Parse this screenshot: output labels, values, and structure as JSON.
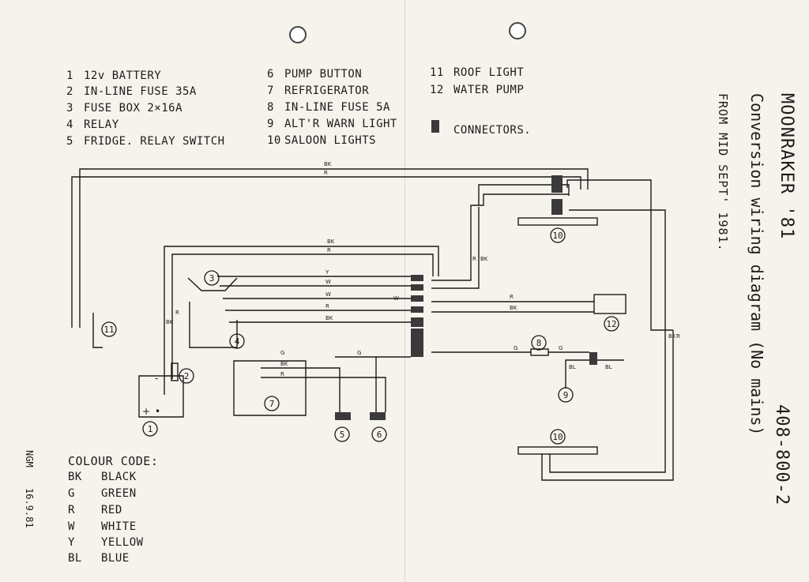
{
  "legend": [
    {
      "num": "1",
      "label": "12v BATTERY"
    },
    {
      "num": "2",
      "label": "IN-LINE FUSE 35A"
    },
    {
      "num": "3",
      "label": "FUSE BOX 2×16A"
    },
    {
      "num": "4",
      "label": "RELAY"
    },
    {
      "num": "5",
      "label": "FRIDGE. RELAY SWITCH"
    },
    {
      "num": "6",
      "label": "PUMP BUTTON"
    },
    {
      "num": "7",
      "label": "REFRIGERATOR"
    },
    {
      "num": "8",
      "label": "IN-LINE FUSE 5A"
    },
    {
      "num": "9",
      "label": "ALT'R WARN LIGHT"
    },
    {
      "num": "10",
      "label": "SALOON LIGHTS"
    },
    {
      "num": "11",
      "label": "ROOF LIGHT"
    },
    {
      "num": "12",
      "label": "WATER PUMP"
    }
  ],
  "connectors_label": "CONNECTORS.",
  "title": "MOONRAKER '81",
  "subtitle": "Conversion wiring diagram (No mains)",
  "date_line": "FROM MID SEPT' 1981.",
  "drawing_number": "408-800-2",
  "colour_code": {
    "heading": "COLOUR CODE:",
    "items": [
      {
        "code": "BK",
        "name": "BLACK"
      },
      {
        "code": "G",
        "name": "GREEN"
      },
      {
        "code": "R",
        "name": "RED"
      },
      {
        "code": "W",
        "name": "WHITE"
      },
      {
        "code": "Y",
        "name": "YELLOW"
      },
      {
        "code": "BL",
        "name": "BLUE"
      }
    ]
  },
  "signature": {
    "initials": "NGM",
    "date": "16.9.81"
  },
  "component_numbers": [
    "1",
    "2",
    "3",
    "4",
    "5",
    "6",
    "7",
    "8",
    "9",
    "10",
    "10",
    "11",
    "12"
  ],
  "wire_labels": {
    "bk": "BK",
    "r": "R",
    "y": "Y",
    "w": "W",
    "g": "G",
    "bl": "BL"
  },
  "colors": {
    "paper": "#f6f3ec",
    "ink": "#1b1b1b",
    "connector": "#3a3a3a"
  }
}
